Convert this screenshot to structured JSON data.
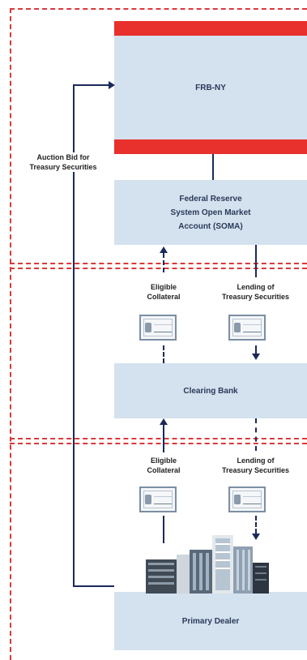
{
  "frb": {
    "label": "FRB-NY"
  },
  "soma": {
    "lines": [
      "Federal Reserve",
      "System Open Market",
      "Account (SOMA)"
    ]
  },
  "clearing": {
    "label": "Clearing Bank"
  },
  "dealer": {
    "label": "Primary Dealer"
  },
  "auction_bid": {
    "lines": [
      "Auction Bid for",
      "Treasury Securities"
    ]
  },
  "upper_left": {
    "lines": [
      "Eligible",
      "Collateral"
    ]
  },
  "upper_right": {
    "lines": [
      "Lending of",
      "Treasury Securities"
    ]
  },
  "lower_left": {
    "lines": [
      "Eligible",
      "Collateral"
    ]
  },
  "lower_right": {
    "lines": [
      "Lending of",
      "Treasury Securities"
    ]
  },
  "colors": {
    "box": "#d4e1ee",
    "red_bar": "#e8302c",
    "dashed_border": "#d93a3a",
    "arrow": "#1a2a5a"
  },
  "icons": [
    "certificate-icon",
    "building-icon"
  ]
}
